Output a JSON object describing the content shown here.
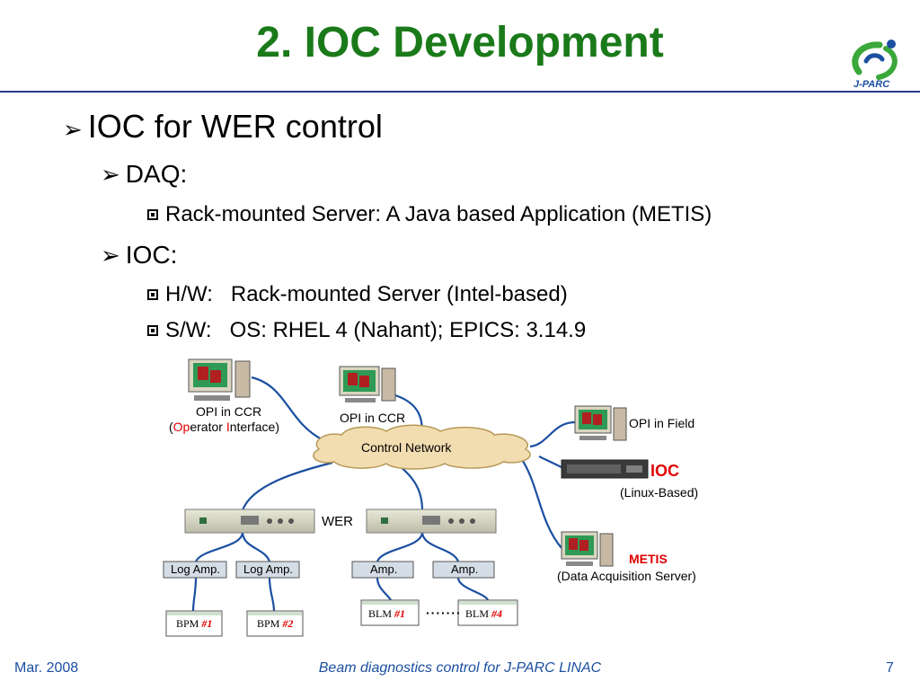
{
  "slide": {
    "title": "2. IOC Development",
    "logo_text": "J-PARC"
  },
  "bullets": {
    "l1": "IOC for WER control",
    "daq": "DAQ:",
    "daq_item": "Rack-mounted Server: A Java based Application (METIS)",
    "ioc": "IOC:",
    "hw": "H/W:   Rack-mounted Server (Intel-based)",
    "sw": "S/W:   OS: RHEL 4 (Nahant); EPICS: 3.14.9"
  },
  "diagram": {
    "opi_ccr1": "OPI in CCR",
    "opi_ccr1_paren_open": "(",
    "opi_op_hl": "Op",
    "opi_op_rest": "erator ",
    "opi_i_hl": "I",
    "opi_i_rest": "nterface",
    "opi_paren_close": ")",
    "opi_ccr2": "OPI in CCR",
    "control_network": "Control Network",
    "opi_field": "OPI in Field",
    "ioc": "IOC",
    "ioc_sub": "(Linux-Based)",
    "wer": "WER",
    "metis": "METIS",
    "metis_sub": "(Data Acquisition Server)",
    "log_amp": "Log Amp.",
    "amp": "Amp.",
    "bpm1": "BPM ",
    "bpm1_num": "#1",
    "bpm2": "BPM ",
    "bpm2_num": "#2",
    "blm1": "BLM ",
    "blm1_num": "#1",
    "blm4": "BLM ",
    "blm4_num": "#4",
    "dots": "·······"
  },
  "footer": {
    "date": "Mar. 2008",
    "center": "Beam diagnostics control for J-PARC LINAC",
    "page": "7"
  },
  "colors": {
    "title": "#1a7a1a",
    "rule": "#2b3a8c",
    "cable": "#1b4fa0",
    "highlight": "#e00000"
  }
}
